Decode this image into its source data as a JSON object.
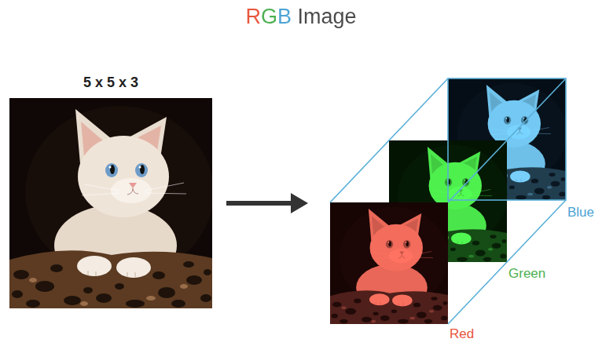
{
  "diagram": {
    "title": "RGB Image",
    "nodes": [
      {
        "text": [
          "5 x 5 x 3"
        ]
      },
      {
        "text": [
          "Red"
        ]
      },
      {
        "text": [
          "Green"
        ]
      },
      {
        "text": [
          "Blue"
        ]
      }
    ],
    "edges": [
      {
        "from": 0,
        "to": 1,
        "arrow": "to"
      }
    ]
  }
}
